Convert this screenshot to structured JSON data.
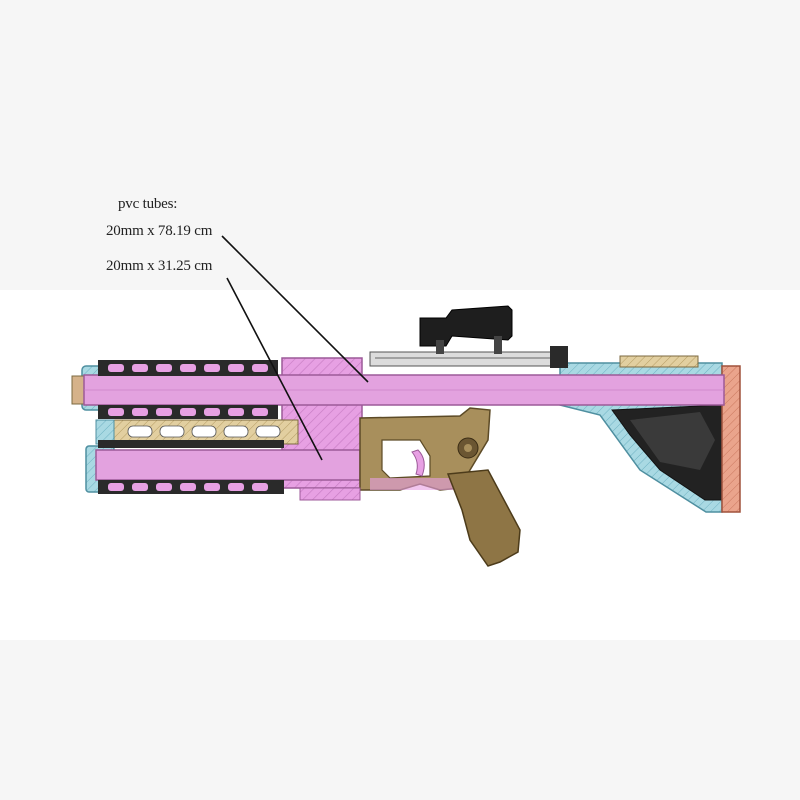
{
  "annotation": {
    "heading": "pvc tubes:",
    "tube_long": "20mm x 78.19 cm",
    "tube_short": "20mm x 31.25 cm"
  },
  "colors": {
    "barrel_pink": "#e7a0e3",
    "barrel_pink_dark": "#c77dc4",
    "receiver_tan": "#a88f5c",
    "scope_black": "#1e1e1e",
    "stock_blue": "#9fd3df",
    "buttpad_salmon": "#e79b83",
    "leader_line": "#111111"
  },
  "icons": [
    "scope",
    "trigger",
    "pistol-grip",
    "stock",
    "buttpad",
    "handguard-slots"
  ]
}
